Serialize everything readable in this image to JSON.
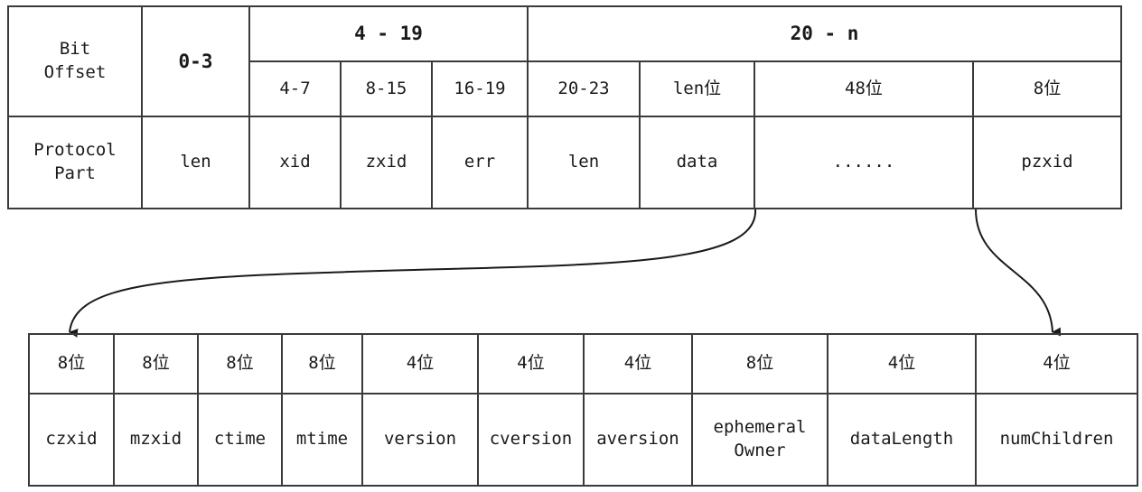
{
  "top_table": {
    "header_bit_offset": "Bit\nOffset",
    "header_0_3": "0-3",
    "group_4_19": "4 - 19",
    "group_20_n": "20 - n",
    "sub_offsets": [
      "4-7",
      "8-15",
      "16-19",
      "20-23",
      "len位",
      "48位",
      "8位"
    ],
    "protocol_part_label": "Protocol\nPart",
    "parts": [
      "len",
      "xid",
      "zxid",
      "err",
      "len",
      "data",
      "......",
      "pzxid"
    ]
  },
  "bottom_table": {
    "sizes": [
      "8位",
      "8位",
      "8位",
      "8位",
      "4位",
      "4位",
      "4位",
      "8位",
      "4位",
      "4位"
    ],
    "fields": [
      "czxid",
      "mzxid",
      "ctime",
      "mtime",
      "version",
      "cversion",
      "aversion",
      "ephemeral\nOwner",
      "dataLength",
      "numChildren"
    ]
  }
}
